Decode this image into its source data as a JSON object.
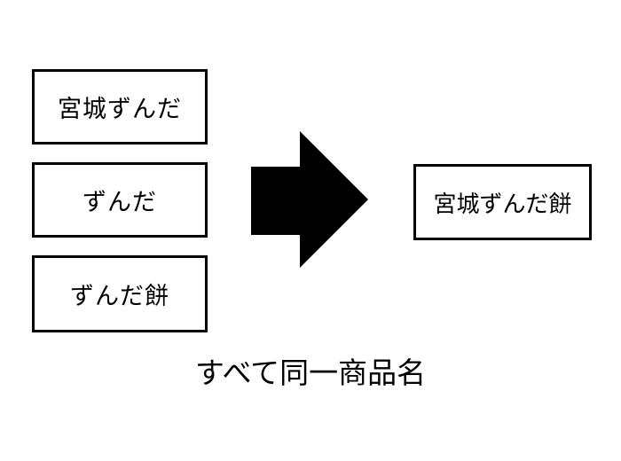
{
  "diagram": {
    "source_boxes": [
      {
        "label": "宮城ずんだ"
      },
      {
        "label": "ずんだ"
      },
      {
        "label": "ずんだ餅"
      }
    ],
    "result_box": {
      "label": "宮城ずんだ餅"
    },
    "arrow": {
      "direction": "right",
      "color": "#000000"
    },
    "caption": "すべて同一商品名",
    "colors": {
      "background": "#ffffff",
      "box_border": "#000000",
      "text": "#000000",
      "arrow_fill": "#000000"
    }
  }
}
